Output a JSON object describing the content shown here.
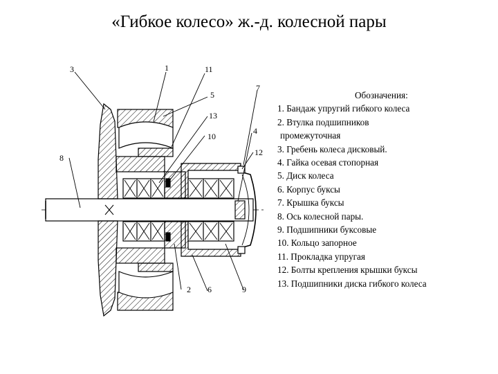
{
  "title": "«Гибкое колесо» ж.-д. колесной пары",
  "callouts": [
    "3",
    "1",
    "11",
    "7",
    "5",
    "13",
    "4",
    "10",
    "12",
    "8",
    "2",
    "6",
    "9"
  ],
  "legend": {
    "heading": "Обозначения:",
    "items": [
      {
        "text": "1. Бандаж упругий гибкого колеса",
        "cont": ""
      },
      {
        "text": "2. Втулка подшипников",
        "cont": "промежуточная"
      },
      {
        "text": "3. Гребень колеса дисковый.",
        "cont": ""
      },
      {
        "text": "4. Гайка осевая стопорная",
        "cont": ""
      },
      {
        "text": "5. Диск колеса",
        "cont": ""
      },
      {
        "text": "6. Корпус буксы",
        "cont": ""
      },
      {
        "text": "7. Крышка буксы",
        "cont": ""
      },
      {
        "text": "8. Ось колесной пары.",
        "cont": ""
      },
      {
        "text": "9. Подшипники буксовые",
        "cont": ""
      },
      {
        "text": "10. Кольцо запорное",
        "cont": ""
      },
      {
        "text": "11. Прокладка упругая",
        "cont": ""
      },
      {
        "text": "12. Болты крепления крышки буксы",
        "cont": ""
      },
      {
        "text": "13. Подшипники диска гибкого колеса",
        "cont": ""
      }
    ]
  }
}
